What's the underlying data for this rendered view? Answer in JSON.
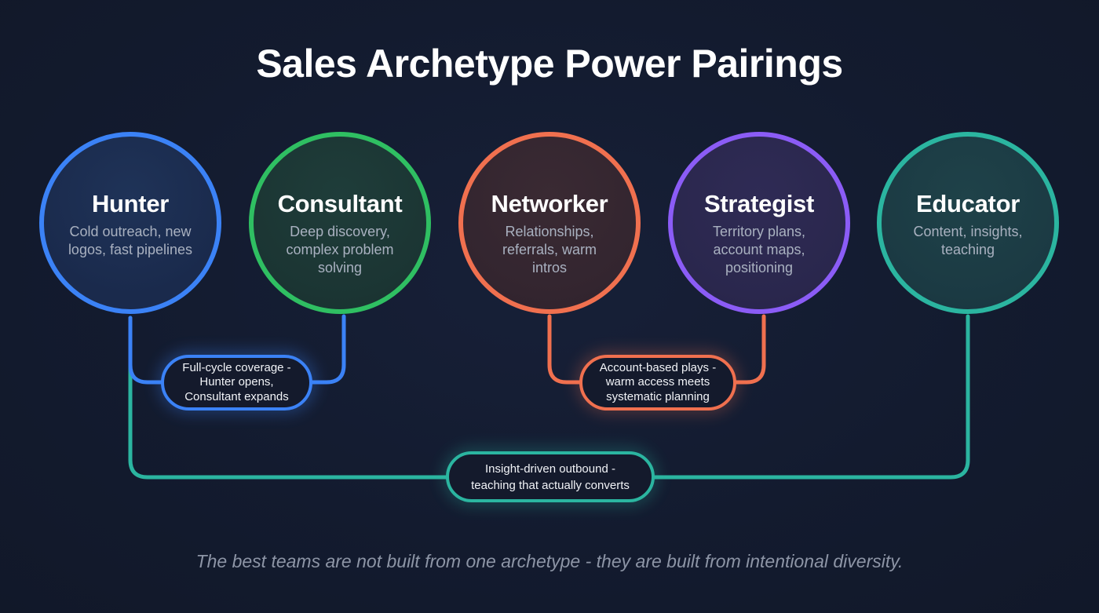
{
  "title": "Sales Archetype Power Pairings",
  "colors": {
    "background": "#131b2f",
    "hunter": "#3b82f6",
    "consultant": "#2fbf62",
    "networker": "#f0704f",
    "strategist": "#8b5cf6",
    "educator": "#2bb5a0"
  },
  "archetypes": [
    {
      "name": "Hunter",
      "description": "Cold outreach, new logos, fast pipelines",
      "color": "#3b82f6"
    },
    {
      "name": "Consultant",
      "description": "Deep discovery, complex problem solving",
      "color": "#2fbf62"
    },
    {
      "name": "Networker",
      "description": "Relationships, referrals, warm intros",
      "color": "#f0704f"
    },
    {
      "name": "Strategist",
      "description": "Territory plans, account maps, positioning",
      "color": "#8b5cf6"
    },
    {
      "name": "Educator",
      "description": "Content, insights, teaching",
      "color": "#2bb5a0"
    }
  ],
  "pairings": [
    {
      "between": [
        "Hunter",
        "Consultant"
      ],
      "line1": "Full-cycle coverage -",
      "line2": "Hunter opens,",
      "line3": "Consultant expands",
      "color": "#3b82f6"
    },
    {
      "between": [
        "Networker",
        "Strategist"
      ],
      "line1": "Account-based plays -",
      "line2": "warm access meets",
      "line3": "systematic planning",
      "color": "#f0704f"
    },
    {
      "between": [
        "Hunter",
        "Educator"
      ],
      "line1": "Insight-driven outbound -",
      "line2": "teaching that actually converts",
      "color": "#2bb5a0"
    }
  ],
  "footer": "The best teams are not built from one archetype - they are built from intentional diversity."
}
